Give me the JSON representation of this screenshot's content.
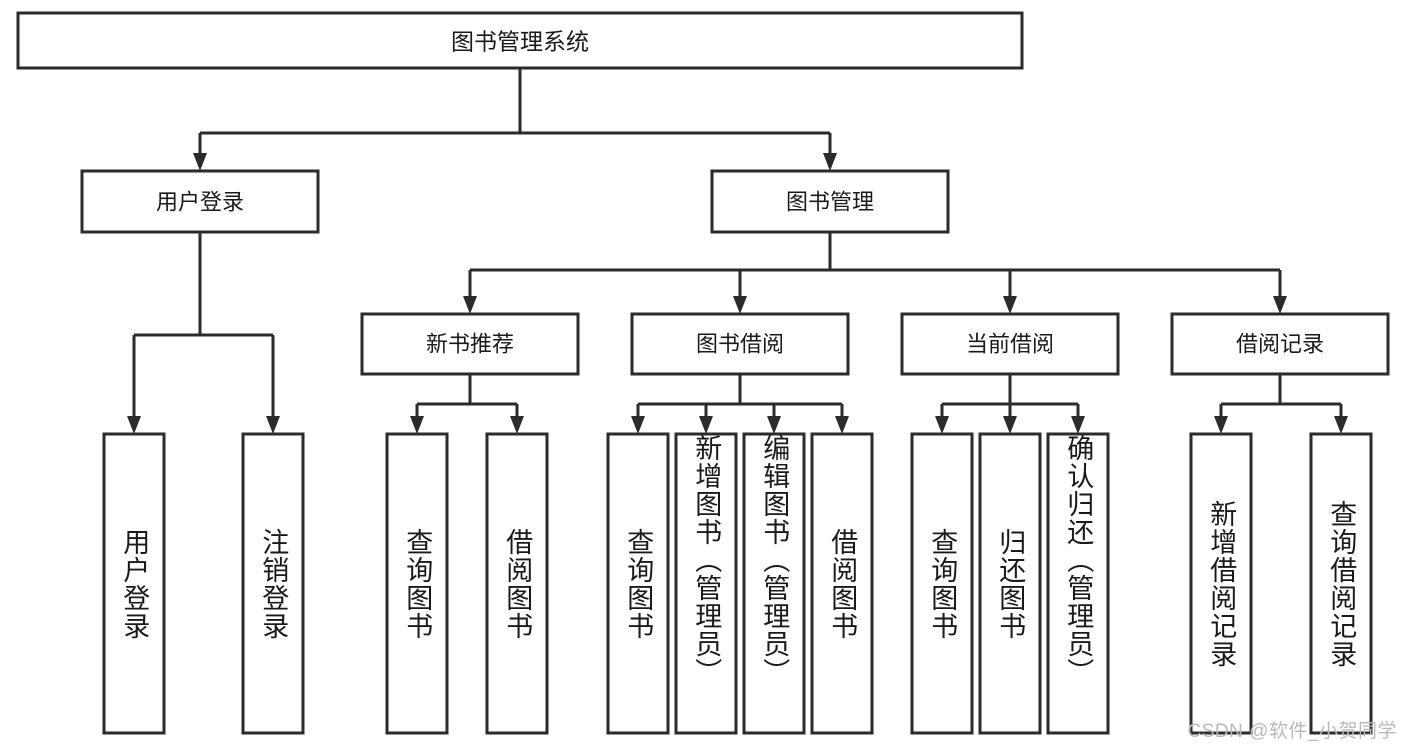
{
  "diagram": {
    "title": "图书管理系统",
    "type": "tree-hierarchy-diagram",
    "watermark": "CSDN @软件_小贺同学",
    "colors": {
      "stroke": "#2b2b2b",
      "box_fill": "#ffffff",
      "text": "#1a1a1a",
      "background": "#ffffff",
      "watermark": "#b9b9b9"
    },
    "root": {
      "label": "图书管理系统"
    },
    "level2": [
      {
        "label": "用户登录"
      },
      {
        "label": "图书管理"
      }
    ],
    "level3": [
      {
        "label": "新书推荐"
      },
      {
        "label": "图书借阅"
      },
      {
        "label": "当前借阅"
      },
      {
        "label": "借阅记录"
      }
    ],
    "leaves": {
      "user_login": [
        {
          "label": "用户登录"
        },
        {
          "label": "注销登录"
        }
      ],
      "new_book_recommend": [
        {
          "label": "查询图书"
        },
        {
          "label": "借阅图书"
        }
      ],
      "book_borrow": [
        {
          "label": "查询图书"
        },
        {
          "label": "新增图书（管理员）"
        },
        {
          "label": "编辑图书（管理员）"
        },
        {
          "label": "借阅图书"
        }
      ],
      "current_borrow": [
        {
          "label": "查询图书"
        },
        {
          "label": "归还图书"
        },
        {
          "label": "确认归还（管理员）"
        }
      ],
      "borrow_record": [
        {
          "label": "新增借阅记录"
        },
        {
          "label": "查询借阅记录"
        }
      ]
    }
  }
}
